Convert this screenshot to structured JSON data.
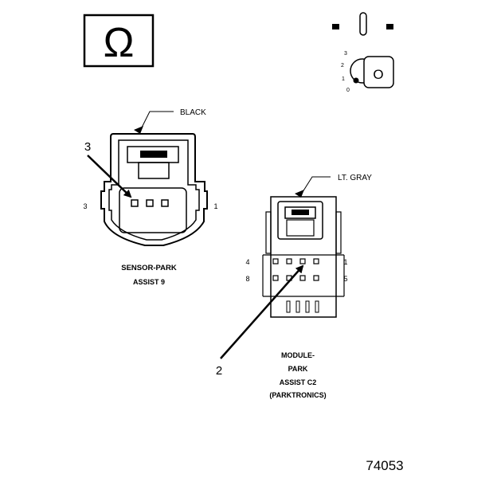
{
  "ohm_symbol": "Ω",
  "ignition": {
    "positions": [
      "3",
      "2",
      "1",
      "0"
    ],
    "key_letter": "O"
  },
  "sensor_connector": {
    "color_label": "BLACK",
    "pin_left": "3",
    "pin_right": "1",
    "callout": "3",
    "name_line1": "SENSOR-PARK",
    "name_line2": "ASSIST 9"
  },
  "module_connector": {
    "color_label": "LT. GRAY",
    "pin_top_left": "4",
    "pin_top_right": "1",
    "pin_bottom_left": "8",
    "pin_bottom_right": "5",
    "callout": "2",
    "name_line1": "MODULE-",
    "name_line2": "PARK",
    "name_line3": "ASSIST C2",
    "name_line4": "(PARKTRONICS)"
  },
  "figure_number": "74053"
}
